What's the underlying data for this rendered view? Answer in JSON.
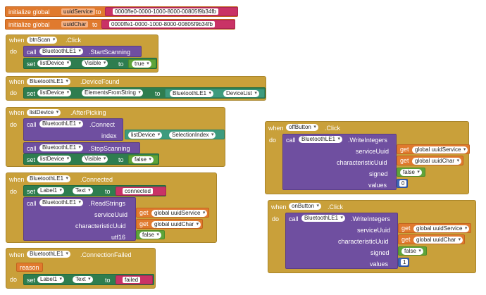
{
  "globals": [
    {
      "kw": "initialize global",
      "name": "uuidService",
      "to": "to",
      "value": "0000ffe0-0000-1000-8000-00805f9b34fb"
    },
    {
      "kw": "initialize global",
      "name": "uuidChar",
      "to": "to",
      "value": "0000ffe1-0000-1000-8000-00805f9b34fb"
    }
  ],
  "kw": {
    "when": "when",
    "do": "do",
    "call": "call",
    "set": "set",
    "to": "to",
    "get": "get"
  },
  "b1": {
    "comp": "btnScan",
    "event": ".Click",
    "call_comp": "BluetoothLE1",
    "call_method": ".StartScanning",
    "set_comp": "listDevice",
    "set_prop": "Visible",
    "value": "true"
  },
  "b2": {
    "comp": "BluetoothLE1",
    "event": ".DeviceFound",
    "set_comp": "listDevice",
    "set_prop": "ElementsFromString",
    "get_comp": "BluetoothLE1",
    "get_prop": "DeviceList"
  },
  "b3": {
    "comp": "listDevice",
    "event": ".AfterPicking",
    "call_comp": "BluetoothLE1",
    "call_method": ".Connect",
    "arg": "index",
    "arg_comp": "listDevice",
    "arg_prop": "SelectionIndex",
    "call2_comp": "BluetoothLE1",
    "call2_method": ".StopScanning",
    "set_comp": "listDevice",
    "set_prop": "Visible",
    "value": "false"
  },
  "b4": {
    "comp": "BluetoothLE1",
    "event": ".Connected",
    "set_comp": "Label1",
    "set_prop": "Text",
    "value": "connected",
    "call_comp": "BluetoothLE1",
    "call_method": ".ReadStrings",
    "arg1": "serviceUuid",
    "arg1_val": "global uuidService",
    "arg2": "characteristicUuid",
    "arg2_val": "global uuidChar",
    "arg3": "utf16",
    "arg3_val": "false"
  },
  "b5": {
    "comp": "BluetoothLE1",
    "event": ".ConnectionFailed",
    "param": "reason",
    "set_comp": "Label1",
    "set_prop": "Text",
    "value": "failed"
  },
  "b6": {
    "comp": "offButton",
    "event": ".Click",
    "call_comp": "BluetoothLE1",
    "call_method": ".WriteIntegers",
    "arg1": "serviceUuid",
    "arg1_val": "global uuidService",
    "arg2": "characteristicUuid",
    "arg2_val": "global uuidChar",
    "arg3": "signed",
    "arg3_val": "false",
    "arg4": "values",
    "arg4_val": "0"
  },
  "b7": {
    "comp": "onButton",
    "event": ".Click",
    "call_comp": "BluetoothLE1",
    "call_method": ".WriteIntegers",
    "arg1": "serviceUuid",
    "arg1_val": "global uuidService",
    "arg2": "characteristicUuid",
    "arg2_val": "global uuidChar",
    "arg3": "signed",
    "arg3_val": "false",
    "arg4": "values",
    "arg4_val": "1"
  }
}
